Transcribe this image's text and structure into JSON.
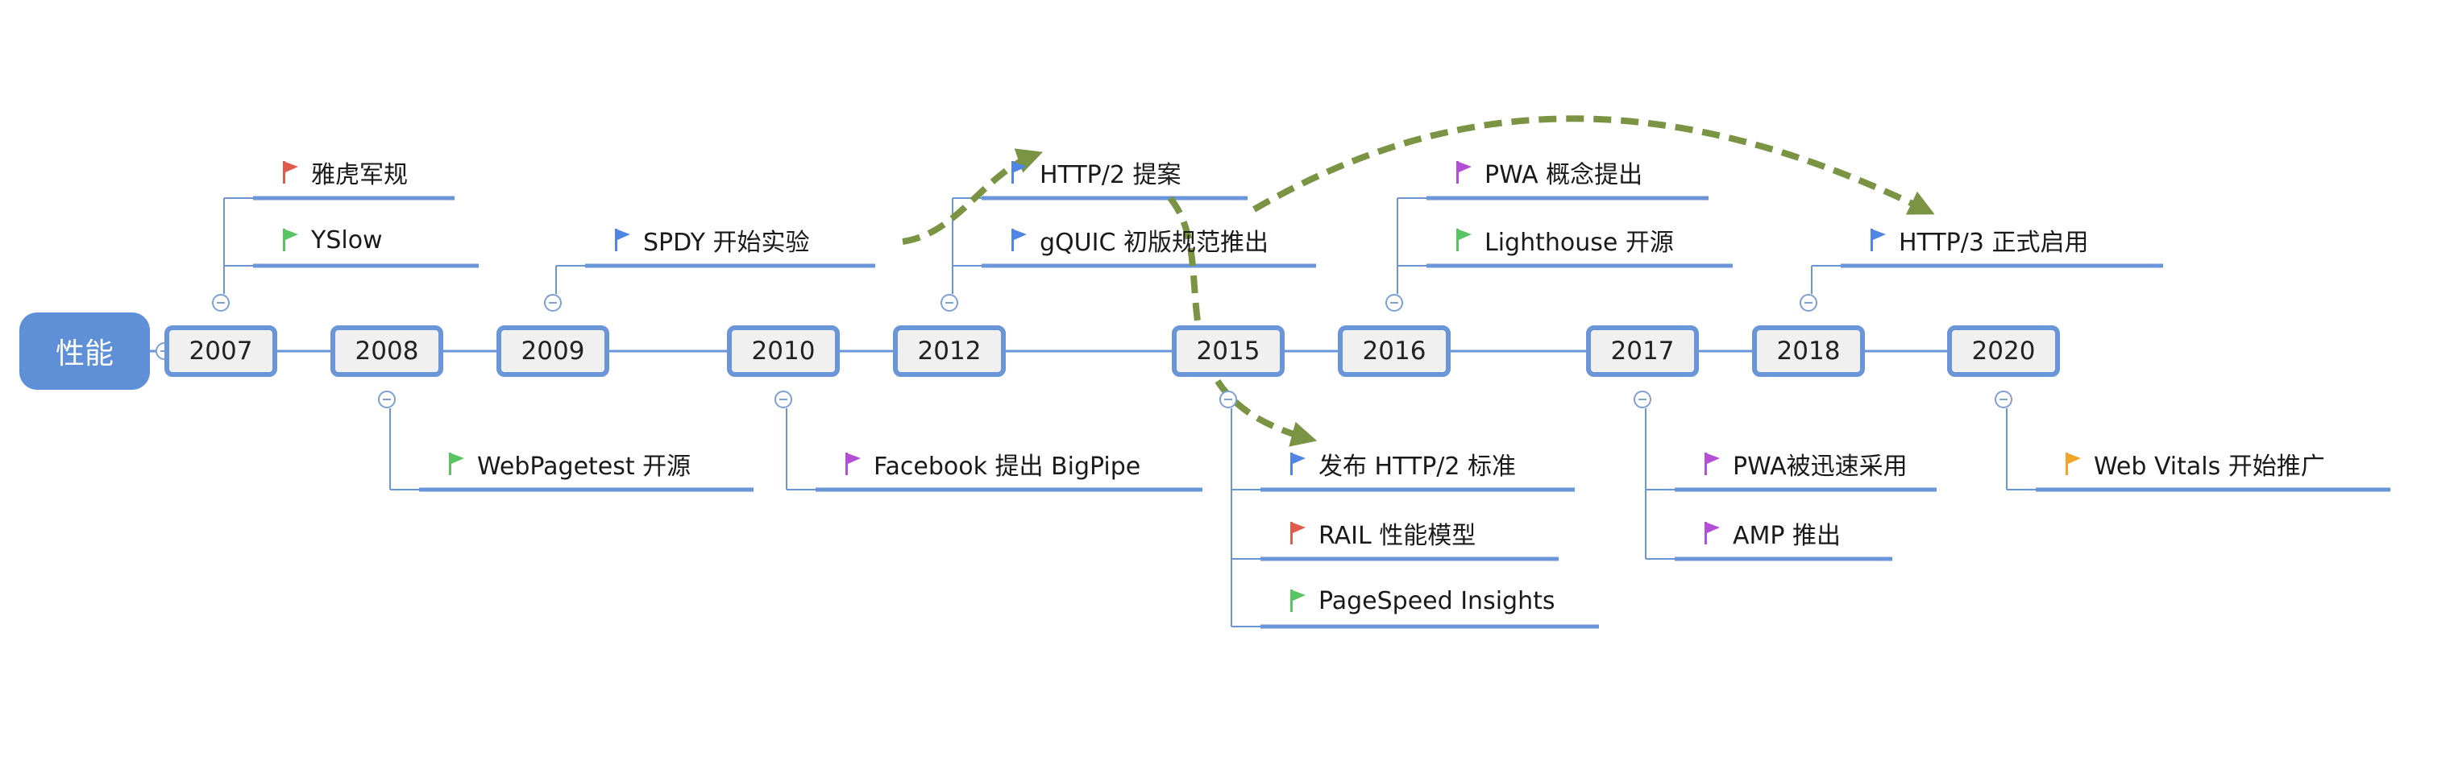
{
  "root": {
    "label": "性能"
  },
  "colors": {
    "line": "#6a96d8",
    "node_border": "#6a96d8",
    "root_fill": "#5f8fd6",
    "arrow": "#7a9444",
    "flag_red": "#e05b4c",
    "flag_green": "#59c462",
    "flag_blue": "#4f86e6",
    "flag_purple": "#b34fd6",
    "flag_orange": "#f2a428"
  },
  "years": [
    {
      "label": "2007",
      "items": [
        {
          "text": "雅虎军规",
          "flag": "red"
        },
        {
          "text": "YSlow",
          "flag": "green"
        }
      ]
    },
    {
      "label": "2008",
      "items": [
        {
          "text": "WebPagetest 开源",
          "flag": "green"
        }
      ]
    },
    {
      "label": "2009",
      "items": [
        {
          "text": "SPDY 开始实验",
          "flag": "blue"
        }
      ]
    },
    {
      "label": "2010",
      "items": [
        {
          "text": "Facebook 提出 BigPipe",
          "flag": "purple"
        }
      ]
    },
    {
      "label": "2012",
      "items": [
        {
          "text": "HTTP/2 提案",
          "flag": "blue"
        },
        {
          "text": "gQUIC 初版规范推出",
          "flag": "blue"
        }
      ]
    },
    {
      "label": "2015",
      "items": [
        {
          "text": "发布 HTTP/2 标准",
          "flag": "blue"
        },
        {
          "text": "RAIL 性能模型",
          "flag": "red"
        },
        {
          "text": "PageSpeed Insights",
          "flag": "green"
        }
      ]
    },
    {
      "label": "2016",
      "items": [
        {
          "text": "PWA 概念提出",
          "flag": "purple"
        },
        {
          "text": "Lighthouse 开源",
          "flag": "green"
        }
      ]
    },
    {
      "label": "2017",
      "items": [
        {
          "text": "PWA被迅速采用",
          "flag": "purple"
        },
        {
          "text": "AMP 推出",
          "flag": "purple"
        }
      ]
    },
    {
      "label": "2018",
      "items": [
        {
          "text": "HTTP/3 正式启用",
          "flag": "blue"
        }
      ]
    },
    {
      "label": "2020",
      "items": [
        {
          "text": "Web Vitals 开始推广",
          "flag": "orange"
        }
      ]
    }
  ]
}
